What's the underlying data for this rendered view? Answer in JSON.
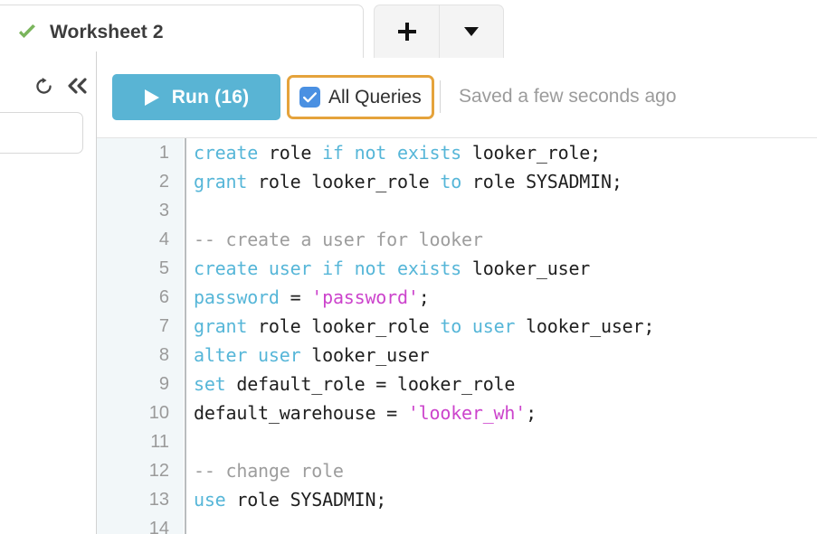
{
  "tab": {
    "title": "Worksheet 2",
    "status_icon": "check-icon",
    "status_color": "#7ab55c",
    "add_label": "+",
    "menu_label": "▼"
  },
  "left_panel": {
    "refresh_icon": "refresh-icon",
    "collapse_icon": "collapse-left-icon",
    "search_value": "",
    "search_placeholder": ""
  },
  "toolbar": {
    "run_label": "Run (16)",
    "run_icon": "play-icon",
    "run_color": "#59b4d4",
    "all_queries_label": "All Queries",
    "all_queries_checked": true,
    "checkbox_color": "#4a90e2",
    "focus_ring_color": "#e5a33c",
    "saved_status": "Saved a few seconds ago"
  },
  "editor": {
    "language": "sql",
    "gutter_color": "#f2f7f9",
    "colors": {
      "keyword": "#56b6d8",
      "string": "#cc44cc",
      "comment": "#9d9d9d",
      "plain": "#1f1f1f"
    },
    "lines": [
      {
        "n": "1",
        "tokens": [
          {
            "t": "create",
            "c": "kw"
          },
          {
            "t": " role ",
            "c": "pln"
          },
          {
            "t": "if not exists",
            "c": "kw"
          },
          {
            "t": " looker_role;",
            "c": "pln"
          }
        ]
      },
      {
        "n": "2",
        "tokens": [
          {
            "t": "grant",
            "c": "kw"
          },
          {
            "t": " role looker_role ",
            "c": "pln"
          },
          {
            "t": "to",
            "c": "kw"
          },
          {
            "t": " role SYSADMIN;",
            "c": "pln"
          }
        ]
      },
      {
        "n": "3",
        "tokens": []
      },
      {
        "n": "4",
        "tokens": [
          {
            "t": "-- create a user for looker",
            "c": "cmt"
          }
        ]
      },
      {
        "n": "5",
        "tokens": [
          {
            "t": "create user if not exists",
            "c": "kw"
          },
          {
            "t": " looker_user",
            "c": "pln"
          }
        ]
      },
      {
        "n": "6",
        "tokens": [
          {
            "t": "password",
            "c": "kw"
          },
          {
            "t": " = ",
            "c": "pln"
          },
          {
            "t": "'password'",
            "c": "str"
          },
          {
            "t": ";",
            "c": "pln"
          }
        ]
      },
      {
        "n": "7",
        "tokens": [
          {
            "t": "grant",
            "c": "kw"
          },
          {
            "t": " role looker_role ",
            "c": "pln"
          },
          {
            "t": "to user",
            "c": "kw"
          },
          {
            "t": " looker_user;",
            "c": "pln"
          }
        ]
      },
      {
        "n": "8",
        "tokens": [
          {
            "t": "alter user",
            "c": "kw"
          },
          {
            "t": " looker_user",
            "c": "pln"
          }
        ]
      },
      {
        "n": "9",
        "tokens": [
          {
            "t": "set",
            "c": "kw"
          },
          {
            "t": " default_role = looker_role",
            "c": "pln"
          }
        ]
      },
      {
        "n": "10",
        "tokens": [
          {
            "t": "default_warehouse = ",
            "c": "pln"
          },
          {
            "t": "'looker_wh'",
            "c": "str"
          },
          {
            "t": ";",
            "c": "pln"
          }
        ]
      },
      {
        "n": "11",
        "tokens": []
      },
      {
        "n": "12",
        "tokens": [
          {
            "t": "-- change role",
            "c": "cmt"
          }
        ]
      },
      {
        "n": "13",
        "tokens": [
          {
            "t": "use",
            "c": "kw"
          },
          {
            "t": " role SYSADMIN;",
            "c": "pln"
          }
        ]
      },
      {
        "n": "14",
        "tokens": []
      }
    ]
  }
}
